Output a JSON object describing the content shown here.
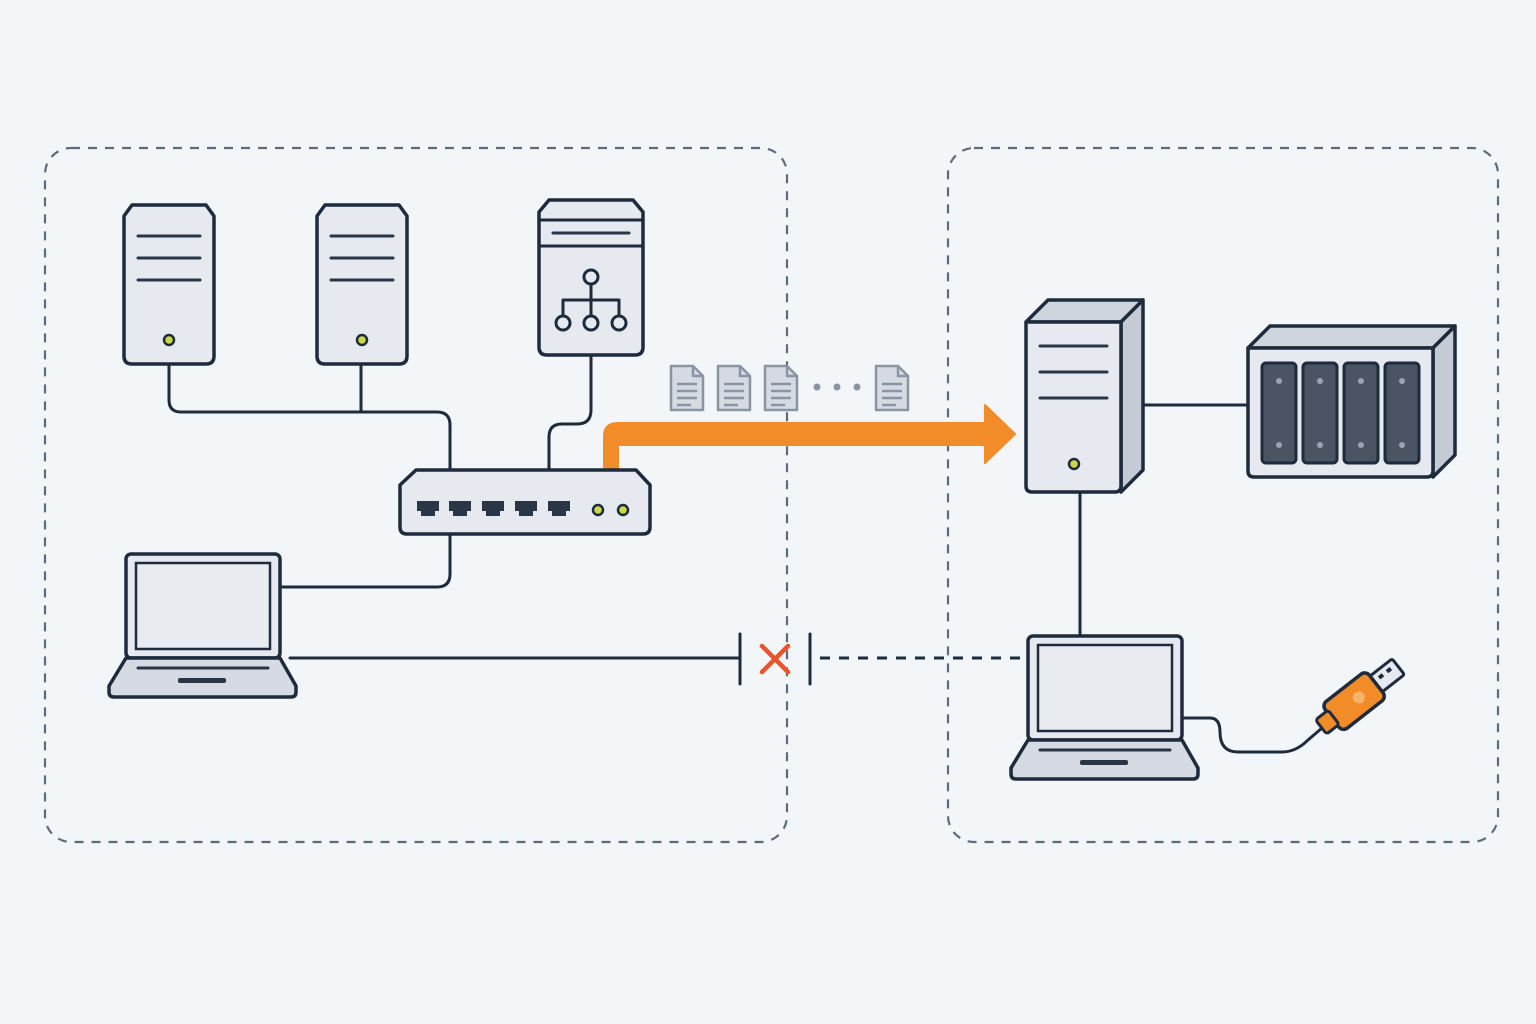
{
  "diagram": {
    "type": "network-topology",
    "zones": [
      {
        "id": "source-network",
        "style": "dashed"
      },
      {
        "id": "isolated-network",
        "style": "dashed"
      }
    ],
    "nodes": [
      {
        "id": "server-1",
        "kind": "tower-server",
        "zone": "source-network"
      },
      {
        "id": "server-2",
        "kind": "tower-server",
        "zone": "source-network"
      },
      {
        "id": "directory-server",
        "kind": "server",
        "icon": "hierarchy-icon",
        "zone": "source-network"
      },
      {
        "id": "network-switch",
        "kind": "switch",
        "ports": 5,
        "zone": "source-network"
      },
      {
        "id": "laptop-source",
        "kind": "laptop",
        "zone": "source-network"
      },
      {
        "id": "backup-server",
        "kind": "tower-server",
        "zone": "isolated-network"
      },
      {
        "id": "storage-array",
        "kind": "nas",
        "drive_bays": 4,
        "zone": "isolated-network"
      },
      {
        "id": "laptop-isolated",
        "kind": "laptop",
        "zone": "isolated-network"
      },
      {
        "id": "usb-drive",
        "kind": "usb-flash-drive",
        "zone": "isolated-network"
      }
    ],
    "connections": [
      {
        "from": "server-1",
        "to": "network-switch",
        "style": "solid"
      },
      {
        "from": "server-2",
        "to": "network-switch",
        "style": "solid"
      },
      {
        "from": "directory-server",
        "to": "network-switch",
        "style": "solid"
      },
      {
        "from": "laptop-source",
        "to": "network-switch",
        "style": "solid"
      },
      {
        "from": "network-switch",
        "to": "backup-server",
        "style": "thick-arrow",
        "color": "#f28c28",
        "carries": "files"
      },
      {
        "from": "backup-server",
        "to": "storage-array",
        "style": "solid"
      },
      {
        "from": "backup-server",
        "to": "laptop-isolated",
        "style": "solid"
      },
      {
        "from": "laptop-isolated",
        "to": "usb-drive",
        "style": "cable"
      },
      {
        "from": "laptop-source",
        "to": "laptop-isolated",
        "style": "broken",
        "blocked": true,
        "marker": "x-icon"
      }
    ],
    "transfer_indicator": {
      "documents_before_gap": 3,
      "documents_after_gap": 1,
      "gap": "ellipsis"
    },
    "colors": {
      "background": "#f3f6f9",
      "outline": "#1e2b3c",
      "device_fill": "#e6eaf0",
      "accent_orange": "#f28c28",
      "blocked_red": "#e8542e",
      "indicator_led": "#c9d845",
      "zone_border": "#5f6b7a"
    }
  }
}
